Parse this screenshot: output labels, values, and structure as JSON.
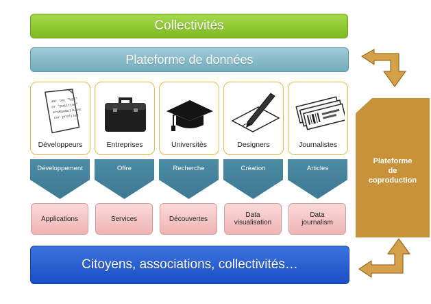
{
  "top_bars": {
    "collectivites": "Collectivités",
    "plateforme_donnees": "Plateforme de données"
  },
  "actors": [
    {
      "label": "Développeurs",
      "icon": "code-document-icon"
    },
    {
      "label": "Entreprises",
      "icon": "briefcase-icon"
    },
    {
      "label": "Universités",
      "icon": "graduation-cap-icon"
    },
    {
      "label": "Designers",
      "icon": "pen-paper-icon"
    },
    {
      "label": "Journalistes",
      "icon": "tickets-icon"
    }
  ],
  "activities": [
    "Développement",
    "Offre",
    "Recherche",
    "Création",
    "Articles"
  ],
  "outputs": [
    {
      "line1": "Applications",
      "line2": ""
    },
    {
      "line1": "Services",
      "line2": ""
    },
    {
      "line1": "Découvertes",
      "line2": ""
    },
    {
      "line1": "Data",
      "line2": "visualisation"
    },
    {
      "line1": "Data",
      "line2": "journalism"
    }
  ],
  "coproduction": {
    "line1": "Plateforme",
    "line2": "de",
    "line3": "coproduction"
  },
  "bottom_bar": "Citoyens, associations, collectivités…",
  "code_snippet": [
    "var loc \"bpl\"",
    "ar \"position\"",
    "ersRunNullLinc",
    "cor profileT"
  ],
  "colors": {
    "green": "#8cc832",
    "teal": "#86bac9",
    "blue": "#2458d1",
    "orange_border": "#f0b33e",
    "chevron": "#4f8fa6",
    "pink": "#f4c4c4",
    "gold": "#c8923a"
  }
}
